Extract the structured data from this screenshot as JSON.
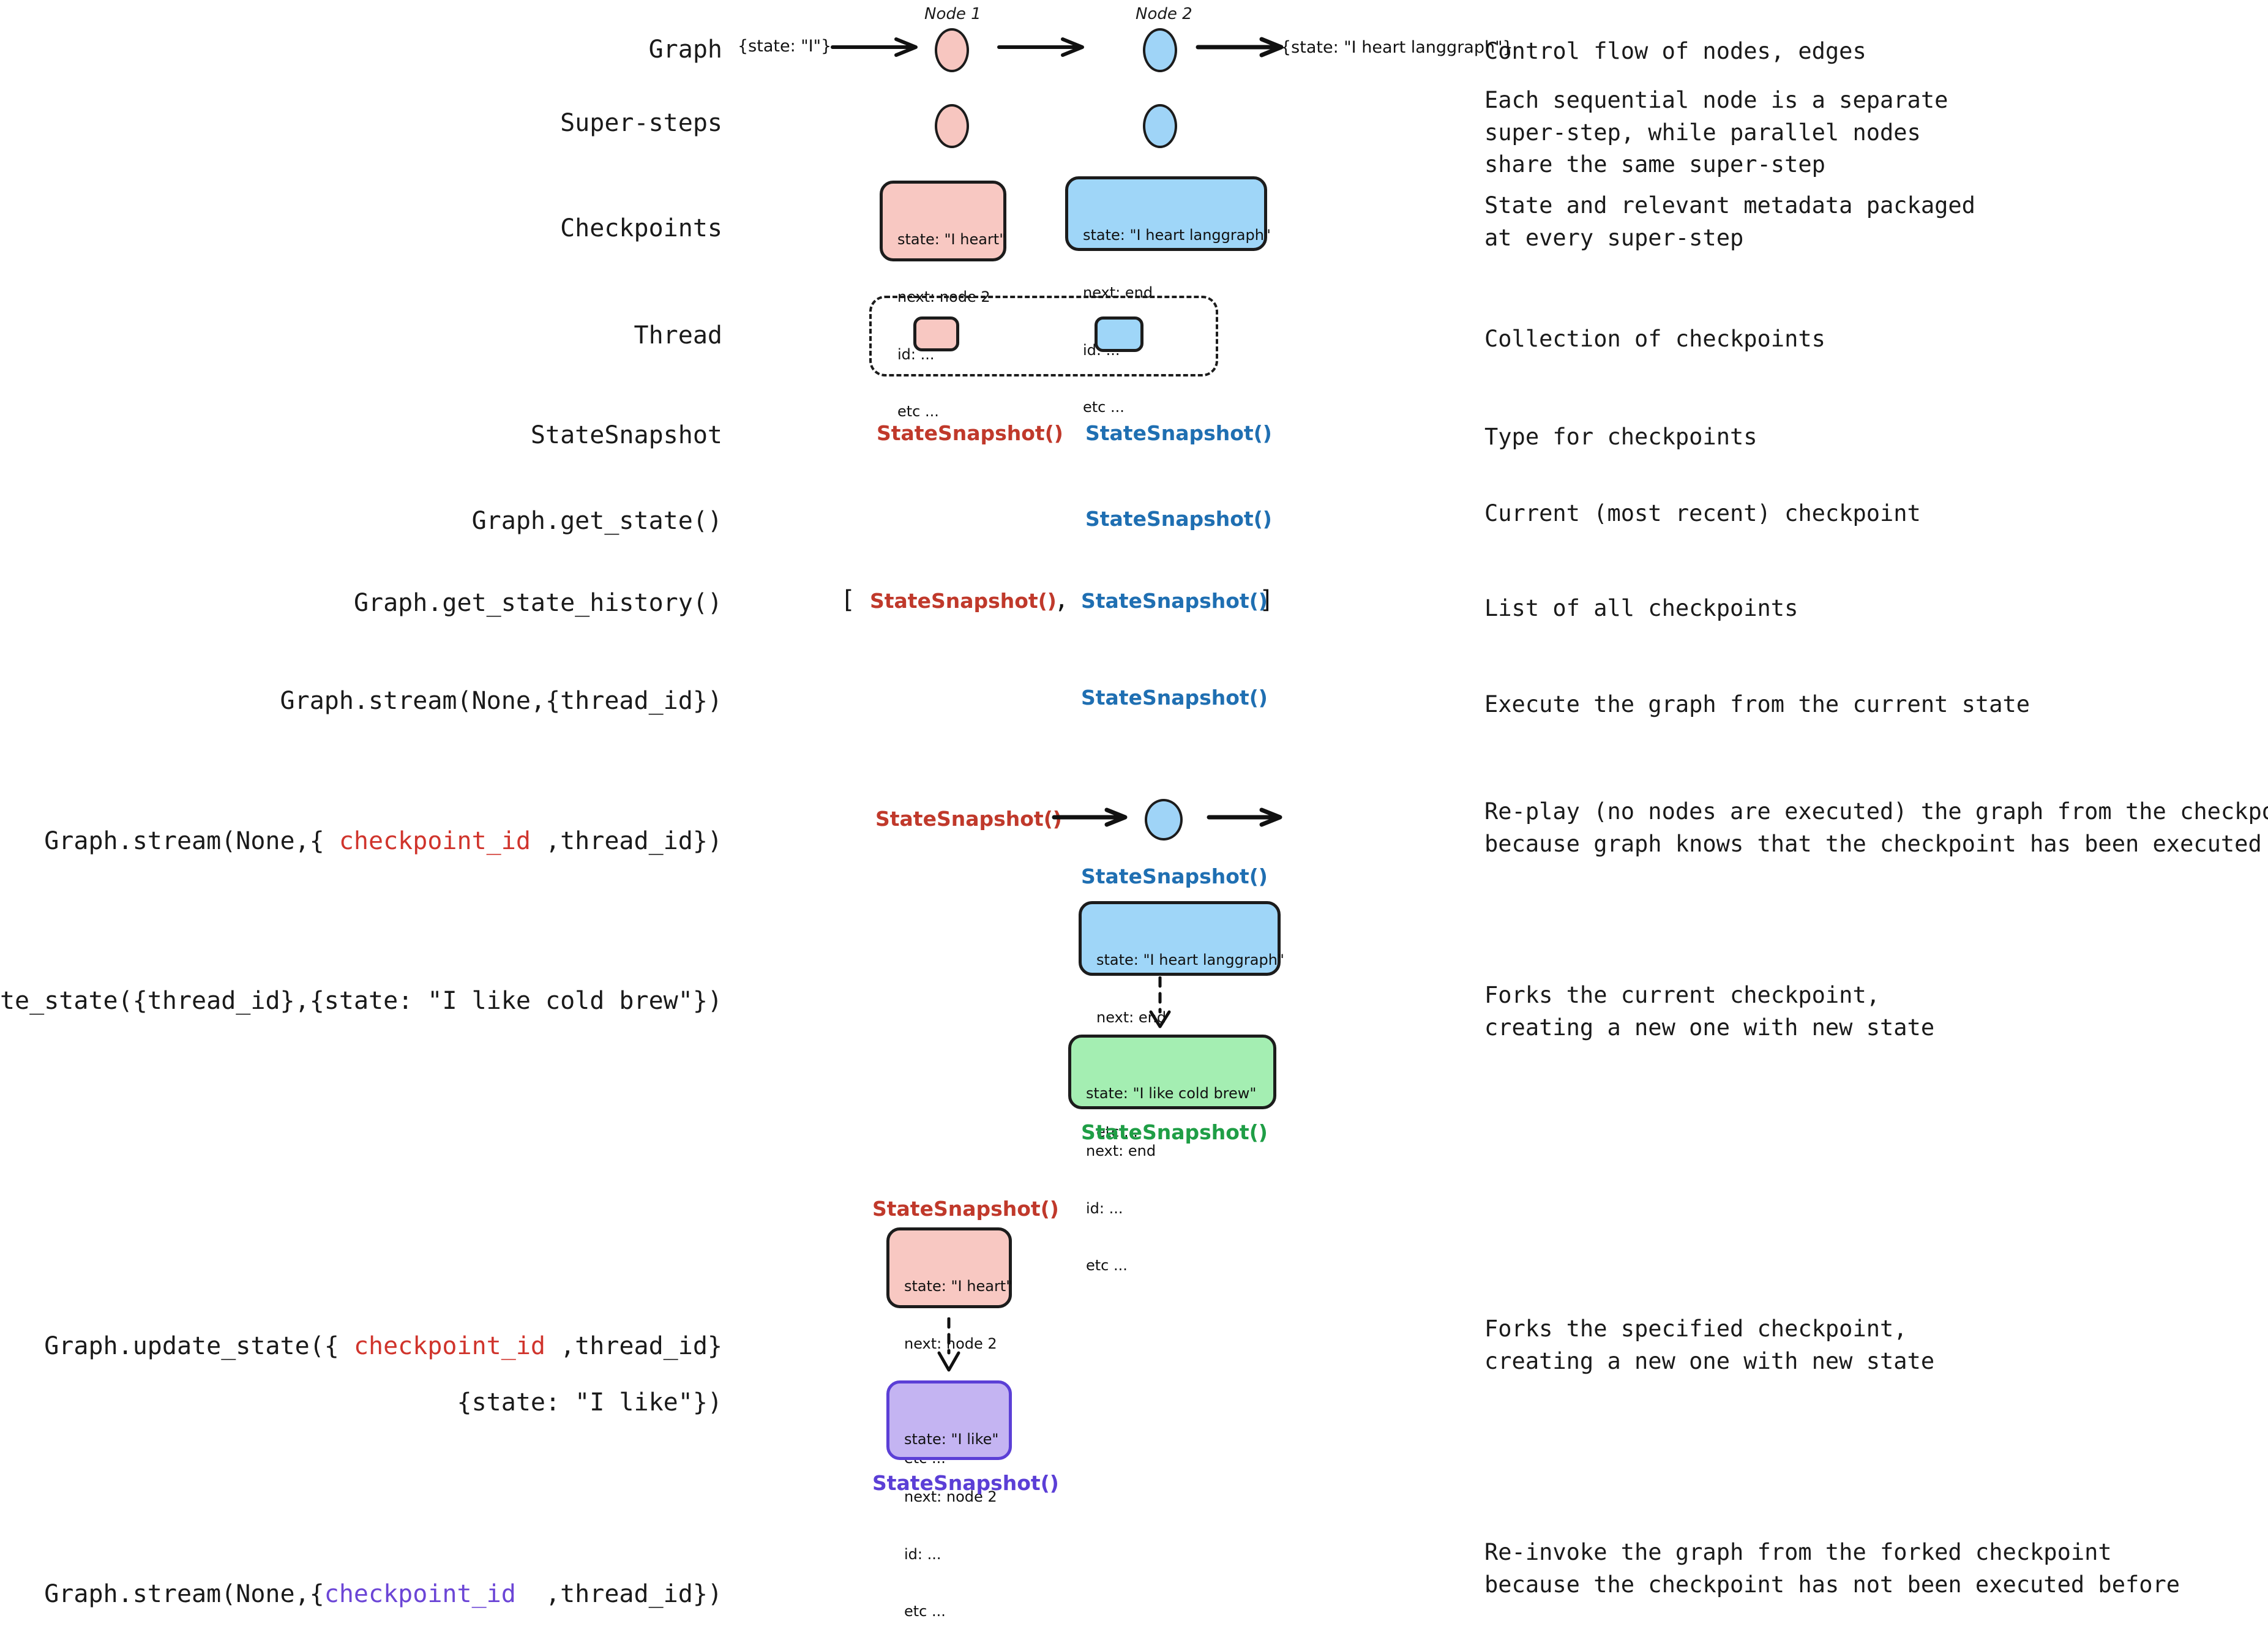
{
  "rows": [
    {
      "key": "graph",
      "label": "Graph",
      "description": "Control flow of nodes, edges"
    },
    {
      "key": "super_steps",
      "label": "Super-steps",
      "description": "Each sequential node is a separate\nsuper-step, while parallel nodes\nshare the same super-step"
    },
    {
      "key": "checkpoints",
      "label": "Checkpoints",
      "description": "State and relevant metadata packaged\nat every super-step"
    },
    {
      "key": "thread",
      "label": "Thread",
      "description": "Collection of checkpoints"
    },
    {
      "key": "state_snapshot",
      "label": "StateSnapshot",
      "description": "Type for checkpoints"
    },
    {
      "key": "get_state",
      "label": "Graph.get_state()",
      "description": "Current (most recent) checkpoint"
    },
    {
      "key": "get_state_history",
      "label": "Graph.get_state_history()",
      "description": "List of all checkpoints"
    },
    {
      "key": "stream_thread",
      "label": "Graph.stream(None,{thread_id})",
      "description": "Execute the graph from the current state"
    },
    {
      "key": "stream_checkpoint",
      "label_parts": [
        {
          "text": "Graph.stream(None,{ ",
          "color": "black"
        },
        {
          "text": "checkpoint_id",
          "color": "red"
        },
        {
          "text": " ,thread_id})",
          "color": "black"
        }
      ],
      "description": "Re-play (no nodes are executed) the graph from the checkpoint,\nbecause graph knows that the checkpoint has been executed before"
    },
    {
      "key": "update_state_thread",
      "label": "Graph.update_state({thread_id},{state: \"I like cold brew\"})",
      "description": "Forks the current checkpoint,\ncreating a new one with new state"
    },
    {
      "key": "update_state_checkpoint",
      "label_parts": [
        {
          "text": "Graph.update_state({ ",
          "color": "black"
        },
        {
          "text": "checkpoint_id",
          "color": "red"
        },
        {
          "text": " ,thread_id}",
          "color": "black"
        }
      ],
      "label_line2": "{state: \"I like\"})",
      "description": "Forks the specified checkpoint,\ncreating a new one with new state"
    },
    {
      "key": "stream_forked",
      "label_parts": [
        {
          "text": "Graph.stream(None,{",
          "color": "black"
        },
        {
          "text": "checkpoint_id",
          "color": "purple"
        },
        {
          "text": "  ,thread_id})",
          "color": "black"
        }
      ],
      "description": "Re-invoke the graph from the forked checkpoint\nbecause the checkpoint has not been executed before"
    }
  ],
  "graph_row": {
    "input_state": "{state: \"I\"}",
    "output_state": "{state: \"I heart langgraph\"}",
    "node1_caption": "Node 1",
    "node2_caption": "Node 2"
  },
  "checkpoint_boxes": {
    "pink_heart": {
      "lines": [
        "state: \"I heart\"",
        "next: node 2",
        "id: ...",
        "etc ..."
      ]
    },
    "blue_langgraph": {
      "lines": [
        "state: \"I heart langgraph\"",
        "next: end",
        "id: ...",
        "etc ..."
      ]
    },
    "green_cold_brew": {
      "lines": [
        "state: \"I like cold brew\"",
        "next: end",
        "id: ...",
        "etc ..."
      ]
    },
    "purple_i_like": {
      "lines": [
        "state: \"I like\"",
        "next: node 2",
        "id: ...",
        "etc ..."
      ]
    }
  },
  "snapshot_label": "StateSnapshot()",
  "bracket_open": "[",
  "bracket_close": "]",
  "bracket_comma": ",",
  "colors": {
    "pink_fill": "#f8c8c2",
    "blue_fill": "#9fd6f8",
    "green_fill": "#a4eeb2",
    "purple_fill": "#c4b4f2",
    "snapshot_red": "#c0392b",
    "snapshot_blue": "#1f6fb2",
    "snapshot_green": "#1f9e46",
    "snapshot_purple": "#5b3fd6",
    "token_red": "#d0342c",
    "token_purple": "#6b45d6",
    "stroke": "#1c1c1c",
    "text": "#1a1a1a",
    "background": "#ffffff"
  }
}
